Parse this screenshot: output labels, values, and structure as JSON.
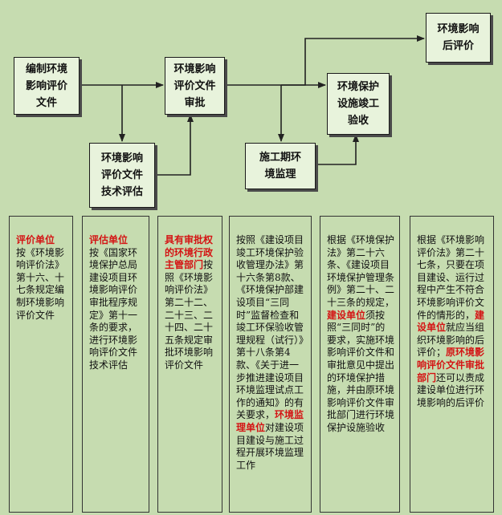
{
  "nodes": {
    "prepare_eia": "编制环境\n影响评价\n文件",
    "eia_approval": "环境影响\n评价文件\n审批",
    "eia_tech_review": "环境影响\n评价文件\n技术评估",
    "construction_monitoring": "施工期环\n境监理",
    "protection_acceptance": "环境保护\n设施竣工\n验收",
    "post_assessment": "环境影响\n后评价"
  },
  "columns": [
    {
      "parts": [
        {
          "text": "评价单位",
          "red": true
        },
        {
          "text": "\n按《环境影响评价法》第十六、十七条规定编制环境影响评价文件",
          "red": false
        }
      ]
    },
    {
      "parts": [
        {
          "text": "评估单位",
          "red": true
        },
        {
          "text": "\n按《国家环境保护总局建设项目环境影响评价审批程序规定》第十一条的要求，进行环境影响评价文件技术评估",
          "red": false
        }
      ]
    },
    {
      "parts": [
        {
          "text": "具有审批权的环境行政主管部门",
          "red": true
        },
        {
          "text": "按照《环境影响评价法》第二十二、二十三、二十四、二十五条规定审批环境影响评价文件",
          "red": false
        }
      ]
    },
    {
      "parts": [
        {
          "text": "按照《建设项目竣工环境保护验收管理办法》第十六条第8款、《环境保护部建设项目“三同时”监督检查和竣工环保验收管理规程（试行）》第十八条第4款、《关于进一步推进建设项目环境监理试点工作的通知》的有关要求，",
          "red": false
        },
        {
          "text": "环境监理单位",
          "red": true
        },
        {
          "text": "对建设项目建设与施工过程开展环境监理工作",
          "red": false
        }
      ]
    },
    {
      "parts": [
        {
          "text": "根据《环境保护法》第二十六条、《建设项目环境保护管理条例》第二十、二十三条的规定，",
          "red": false
        },
        {
          "text": "建设单位",
          "red": true
        },
        {
          "text": "须按照“三同时”的要求，实施环境影响评价文件和审批意见中提出的环境保护措施，并由原环境影响评价文件审批部门进行环境保护设施验收",
          "red": false
        }
      ]
    },
    {
      "parts": [
        {
          "text": "根据《环境影响评价法》第二十七条，只要在项目建设、运行过程中产生不符合环境影响评价文件的情形的，",
          "red": false
        },
        {
          "text": "建设单位",
          "red": true
        },
        {
          "text": "就应当组织环境影响的后评价；",
          "red": false
        },
        {
          "text": "原环境影响评价文件审批部门",
          "red": true
        },
        {
          "text": "还可以责成建设单位进行环境影响的后评价",
          "red": false
        }
      ]
    }
  ]
}
